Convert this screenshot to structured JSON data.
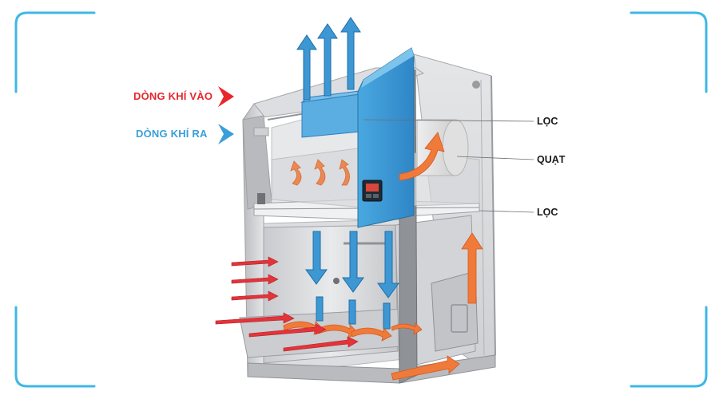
{
  "legend": {
    "airflow_in": {
      "label": "DÒNG KHÍ VÀO",
      "color": "#e8262c"
    },
    "airflow_out": {
      "label": "DÒNG KHÍ RA",
      "color": "#3a9fd8"
    }
  },
  "callouts": {
    "filter_top": "LỌC",
    "fan": "QUẠT",
    "filter_bottom": "LỌC"
  },
  "colors": {
    "frame_accent": "#3fb7e6",
    "panel_blue": "#3e9ad6",
    "arrow_blue": "#3d97d3",
    "arrow_orange": "#f07a3a",
    "arrow_red": "#e2343a",
    "cabinet_gray": "#d9dbde",
    "cabinet_dark": "#8f9297"
  },
  "icons": {
    "airflow_in": "chevron-right-icon",
    "airflow_out": "chevron-right-icon",
    "control_panel": "display-icon"
  }
}
